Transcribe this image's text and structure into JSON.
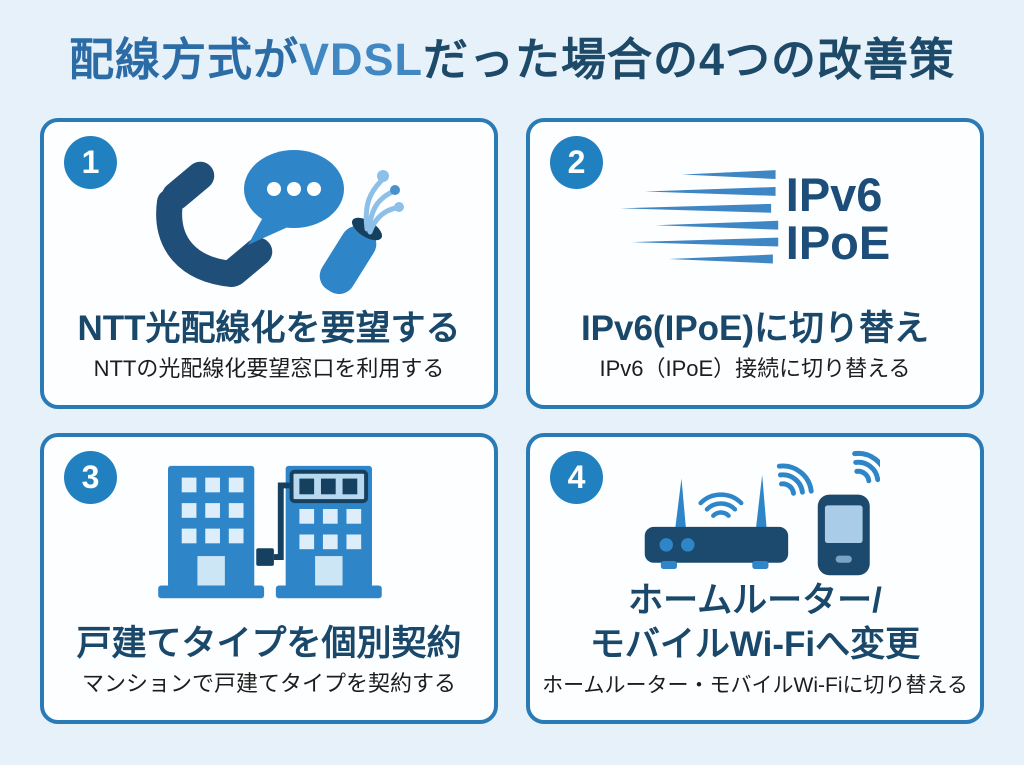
{
  "title": {
    "part1": "配線方式が",
    "part2": "VDSL",
    "part3": "だった場合の4つの改善策"
  },
  "colors": {
    "page_background": "#e7f1f9",
    "card_background": "#fdfeff",
    "card_border": "#2a7ab6",
    "number_circle": "#2181c0",
    "heading_text": "#1a486a",
    "body_text": "#1d1d1d",
    "title_blue": "#2b6ca6",
    "title_light_blue": "#4187c2",
    "title_dark_navy": "#1d4a68",
    "icon_blue": "#2e86c9",
    "icon_dark_navy": "#1c4a6e",
    "icon_light_blue": "#a9cde9"
  },
  "cards": [
    {
      "number": "1",
      "icon": "phone-speech-fiber-icon",
      "heading": "NTT光配線化を要望する",
      "subtext": "NTTの光配線化要望窓口を利用する"
    },
    {
      "number": "2",
      "icon": "ipv6-ipoe-speed-icon",
      "icon_text": {
        "line1": "IPv6",
        "line2": "IPoE"
      },
      "heading": "IPv6(IPoE)に切り替え",
      "subtext": "IPv6（IPoE）接続に切り替える"
    },
    {
      "number": "3",
      "icon": "apartment-buildings-icon",
      "heading": "戸建てタイプを個別契約",
      "subtext": "マンションで戸建てタイプを契約する"
    },
    {
      "number": "4",
      "icon": "router-mobile-wifi-icon",
      "heading": "ホームルーター/\nモバイルWi-Fiへ変更",
      "subtext": "ホームルーター・モバイルWi-Fiに切り替える"
    }
  ]
}
